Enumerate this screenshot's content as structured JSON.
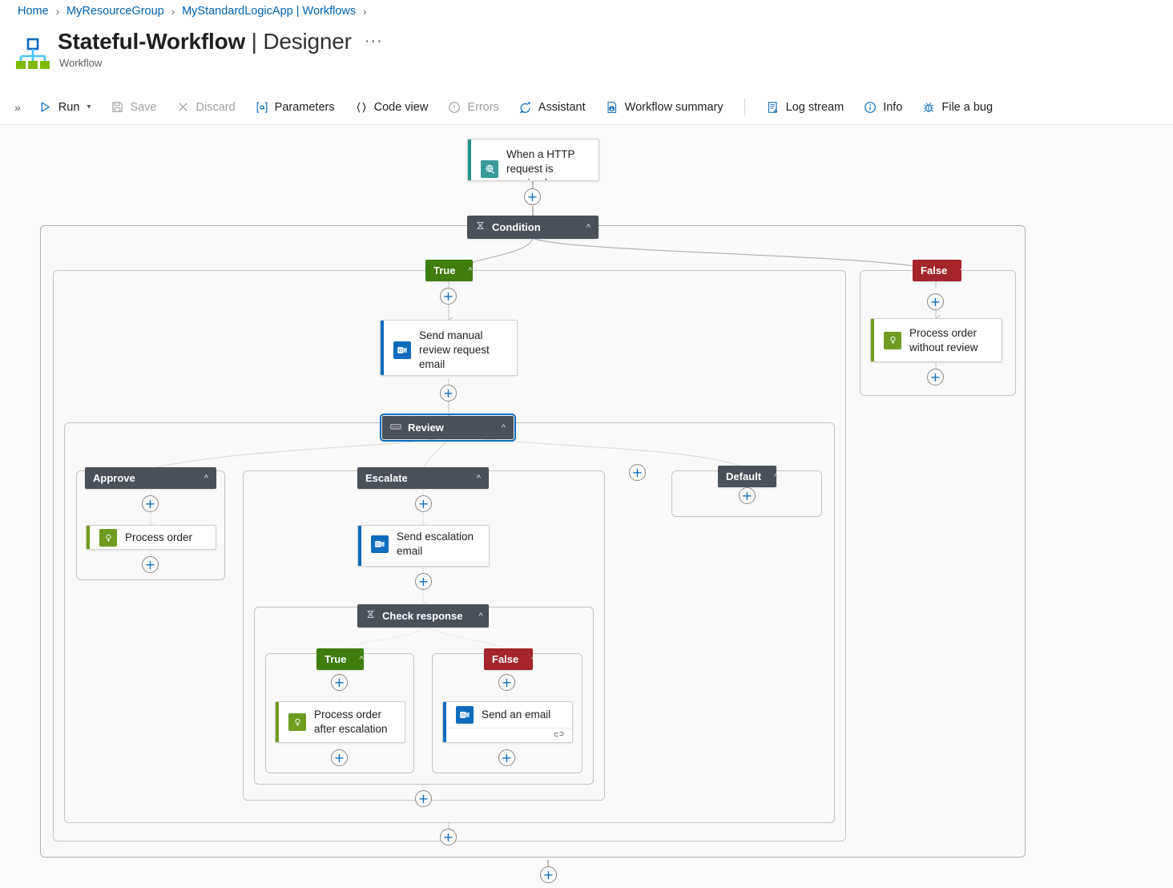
{
  "breadcrumb": {
    "items": [
      "Home",
      "MyResourceGroup",
      "MyStandardLogicApp | Workflows"
    ],
    "separator": "›"
  },
  "header": {
    "title_main": "Stateful-Workflow",
    "title_separator": " | ",
    "title_sub": "Designer",
    "subtitle": "Workflow",
    "more_label": "···",
    "logo_icon": "workflow-hierarchy-icon"
  },
  "toolbar": {
    "expand_icon": "chevron-double-right-icon",
    "items": [
      {
        "label": "Run",
        "icon": "play-icon",
        "disabled": false,
        "caret": "⌄"
      },
      {
        "label": "Save",
        "icon": "save-disk-icon",
        "disabled": true,
        "caret": ""
      },
      {
        "label": "Discard",
        "icon": "close-x-icon",
        "disabled": true,
        "caret": ""
      },
      {
        "label": "Parameters",
        "icon": "at-bracket-icon",
        "disabled": false,
        "caret": ""
      },
      {
        "label": "Code view",
        "icon": "curly-braces-icon",
        "disabled": false,
        "caret": ""
      },
      {
        "label": "Errors",
        "icon": "error-circle-icon",
        "disabled": true,
        "caret": ""
      },
      {
        "label": "Assistant",
        "icon": "assistant-sparkle-icon",
        "disabled": false,
        "caret": ""
      },
      {
        "label": "Workflow summary",
        "icon": "summary-doc-icon",
        "disabled": false,
        "caret": ""
      },
      {
        "label": "Log stream",
        "icon": "log-stream-icon",
        "disabled": false,
        "caret": ""
      },
      {
        "label": "Info",
        "icon": "info-circle-icon",
        "disabled": false,
        "caret": ""
      },
      {
        "label": "File a bug",
        "icon": "bug-icon",
        "disabled": false,
        "caret": ""
      }
    ],
    "divider_after_index": 7
  },
  "colors": {
    "accent_blue": "#0f6cbd",
    "link_blue": "#0063b1",
    "trigger_teal": "#3a9b9b",
    "email_blue": "#0f6cbd",
    "action_green": "#6f9c21",
    "branch_true_green": "#3f7d0f",
    "branch_false_red": "#a4262c",
    "header_slate": "#4a5159",
    "canvas_bg": "#fbfbfa"
  },
  "canvas": {
    "nodes": [
      {
        "id": "trigger",
        "type": "trigger",
        "label": "When a HTTP request is received",
        "icon": "http-request-icon",
        "accent": "#2a8f8f",
        "has_footer": false
      },
      {
        "id": "email1",
        "type": "action",
        "label": "Send manual review request email",
        "icon": "outlook-email-icon",
        "accent": "#0f6cbd",
        "has_footer": true,
        "footer_icon": "connection-link-icon"
      },
      {
        "id": "proc_noreview",
        "type": "action",
        "label": "Process order without review",
        "icon": "compose-action-icon",
        "accent": "#6f9c21",
        "has_footer": false
      },
      {
        "id": "proc_order",
        "type": "action",
        "label": "Process order",
        "icon": "compose-action-icon",
        "accent": "#6f9c21",
        "has_footer": false
      },
      {
        "id": "email2",
        "type": "action",
        "label": "Send escalation email",
        "icon": "outlook-email-icon",
        "accent": "#0f6cbd",
        "has_footer": true,
        "footer_icon": "connection-link-icon"
      },
      {
        "id": "proc_after",
        "type": "action",
        "label": "Process order after escalation",
        "icon": "compose-action-icon",
        "accent": "#6f9c21",
        "has_footer": false
      },
      {
        "id": "email3",
        "type": "action",
        "label": "Send an email",
        "icon": "outlook-email-icon",
        "accent": "#0f6cbd",
        "has_footer": true,
        "footer_icon": "connection-link-icon"
      }
    ],
    "control_nodes": [
      {
        "id": "condition",
        "label": "Condition",
        "icon": "condition-icon",
        "style": "slate",
        "selected": false,
        "chevron": "⌃"
      },
      {
        "id": "review",
        "label": "Review",
        "icon": "switch-icon",
        "style": "slate",
        "selected": true,
        "chevron": "⌃"
      },
      {
        "id": "check_response",
        "label": "Check response",
        "icon": "condition-icon",
        "style": "slate",
        "selected": false,
        "chevron": "⌃"
      }
    ],
    "branch_badges": [
      {
        "id": "cond_true",
        "label": "True",
        "style": "green",
        "chevron": "⌃"
      },
      {
        "id": "cond_false",
        "label": "False",
        "style": "red",
        "chevron": "⌃"
      },
      {
        "id": "case_approve",
        "label": "Approve",
        "style": "slate",
        "chevron": "⌃"
      },
      {
        "id": "case_escalate",
        "label": "Escalate",
        "style": "slate",
        "chevron": "⌃"
      },
      {
        "id": "case_default",
        "label": "Default",
        "style": "slate",
        "chevron": "⌃"
      },
      {
        "id": "chk_true",
        "label": "True",
        "style": "green",
        "chevron": "⌃"
      },
      {
        "id": "chk_false",
        "label": "False",
        "style": "red",
        "chevron": "⌃"
      }
    ],
    "add_buttons_count": 17,
    "plus_glyph": "+"
  }
}
